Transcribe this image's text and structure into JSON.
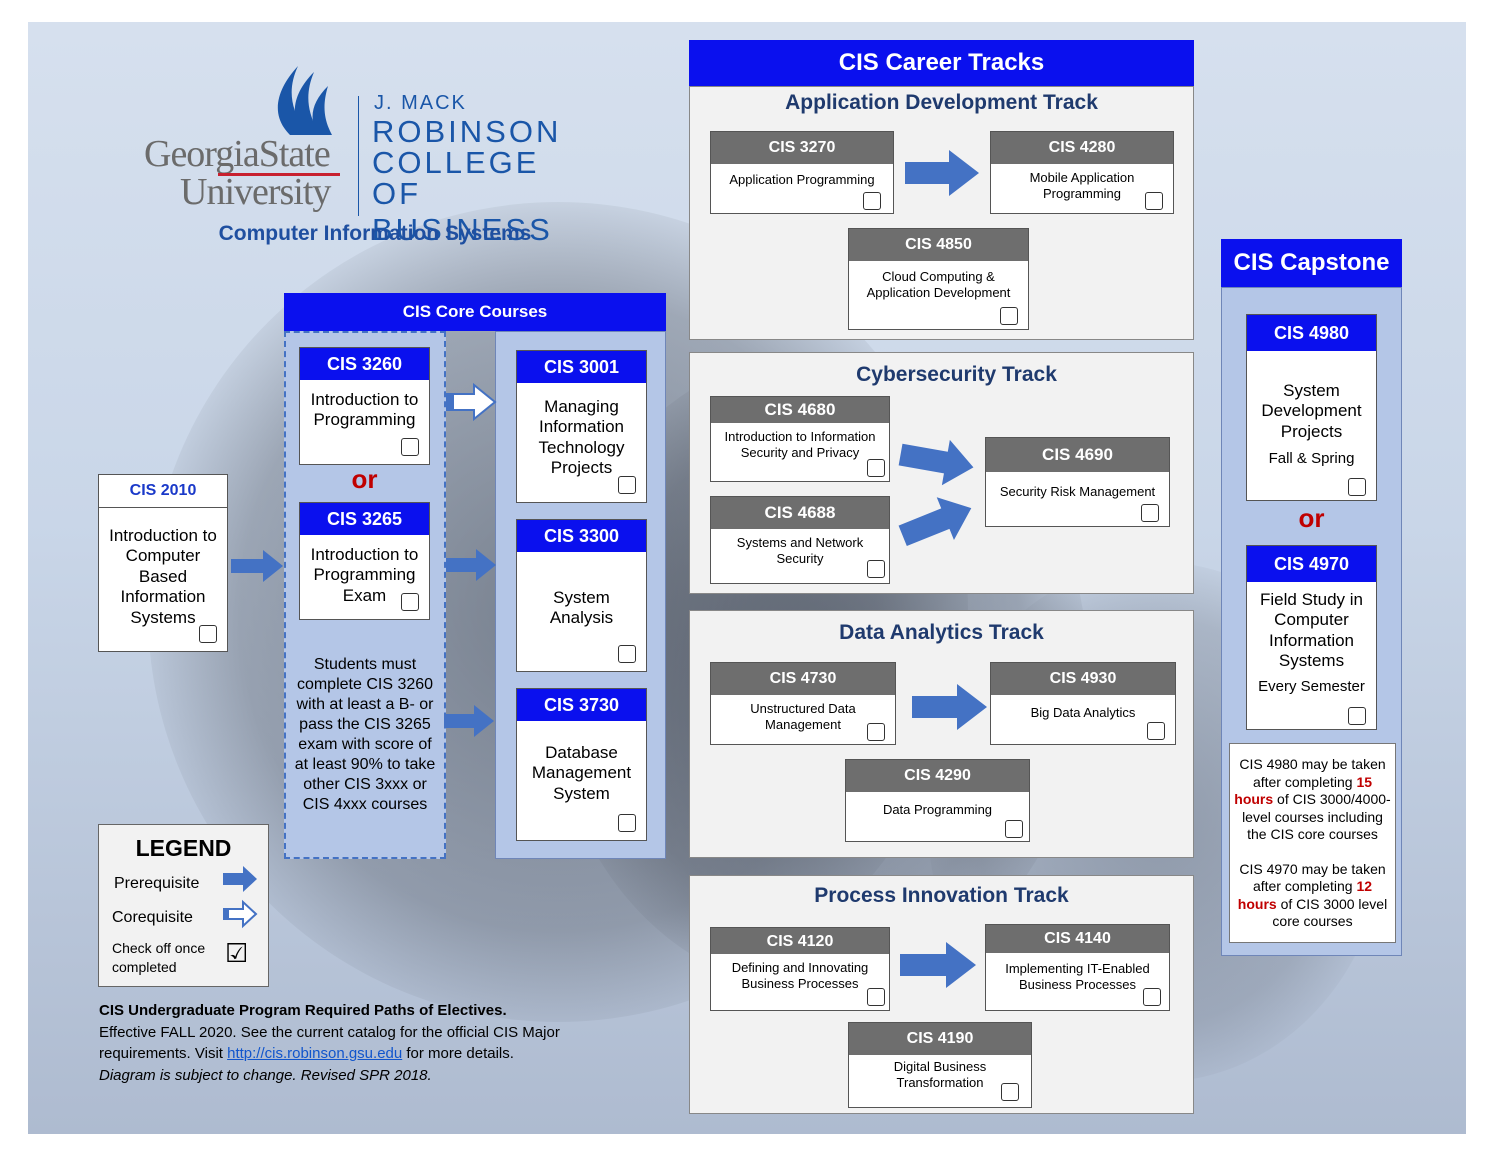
{
  "logo": {
    "university_line1": "GeorgiaState",
    "university_line2": "University",
    "college_line1": "J. MACK",
    "college_line2": "ROBINSON",
    "college_line3": "COLLEGE",
    "college_line4": "OF BUSINESS",
    "department": "Computer Information Systems"
  },
  "colors": {
    "banner_blue": "#0a10ee",
    "header_gray": "#6e6e6e",
    "arrow_blue": "#4472c4",
    "or_red": "#c00000",
    "track_title": "#1f3a6e"
  },
  "intro": {
    "code": "CIS 2010",
    "title": "Introduction to Computer Based Information Systems"
  },
  "core": {
    "banner": "CIS Core Courses",
    "c3260": {
      "code": "CIS 3260",
      "title": "Introduction to Programming"
    },
    "or": "or",
    "c3265": {
      "code": "CIS 3265",
      "title": "Introduction to Programming Exam"
    },
    "note": "Students must complete CIS 3260 with at least a B- or pass the CIS 3265 exam with score of at least 90% to take other CIS 3xxx or CIS 4xxx courses",
    "c3001": {
      "code": "CIS 3001",
      "title": "Managing Information Technology Projects"
    },
    "c3300": {
      "code": "CIS 3300",
      "title": "System Analysis"
    },
    "c3730": {
      "code": "CIS 3730",
      "title": "Database Management System"
    }
  },
  "legend": {
    "title": "LEGEND",
    "prerequisite": "Prerequisite",
    "corequisite": "Corequisite",
    "check": "Check off once completed",
    "check_mark": "☑"
  },
  "footer": {
    "line1": "CIS Undergraduate Program Required Paths of Electives.",
    "line2": "Effective FALL 2020. See the current catalog for the official CIS Major",
    "line3_pre": "requirements. Visit ",
    "link": "http://cis.robinson.gsu.edu",
    "line3_post": " for more details.",
    "line4": "Diagram is subject to change. Revised SPR 2018."
  },
  "tracks": {
    "banner": "CIS Career Tracks",
    "appdev": {
      "title": "Application Development Track",
      "c3270": {
        "code": "CIS 3270",
        "title": "Application Programming"
      },
      "c4280": {
        "code": "CIS 4280",
        "title": "Mobile Application Programming"
      },
      "c4850": {
        "code": "CIS 4850",
        "title": "Cloud Computing & Application Development"
      }
    },
    "cyber": {
      "title": "Cybersecurity Track",
      "c4680": {
        "code": "CIS 4680",
        "title": "Introduction to Information Security and Privacy"
      },
      "c4688": {
        "code": "CIS 4688",
        "title": "Systems and Network Security"
      },
      "c4690": {
        "code": "CIS 4690",
        "title": "Security Risk Management"
      }
    },
    "data": {
      "title": "Data Analytics Track",
      "c4730": {
        "code": "CIS 4730",
        "title": "Unstructured Data Management"
      },
      "c4930": {
        "code": "CIS 4930",
        "title": "Big Data Analytics"
      },
      "c4290": {
        "code": "CIS 4290",
        "title": "Data Programming"
      }
    },
    "process": {
      "title": "Process Innovation Track",
      "c4120": {
        "code": "CIS 4120",
        "title": "Defining and Innovating Business Processes"
      },
      "c4140": {
        "code": "CIS 4140",
        "title": "Implementing IT-Enabled Business Processes"
      },
      "c4190": {
        "code": "CIS 4190",
        "title": "Digital Business Transformation"
      }
    }
  },
  "capstone": {
    "banner": "CIS Capstone",
    "c4980": {
      "code": "CIS 4980",
      "title": "System Development Projects",
      "term": "Fall & Spring"
    },
    "or": "or",
    "c4970": {
      "code": "CIS 4970",
      "title": "Field Study in Computer Information Systems",
      "term": "Every Semester"
    },
    "note1_a": "CIS 4980 may be taken after completing ",
    "note1_b": "15 hours",
    "note1_c": " of CIS 3000/4000-level courses including the CIS core courses",
    "note2_a": "CIS 4970 may be taken after completing ",
    "note2_b": "12 hours",
    "note2_c": " of CIS 3000 level core courses"
  }
}
